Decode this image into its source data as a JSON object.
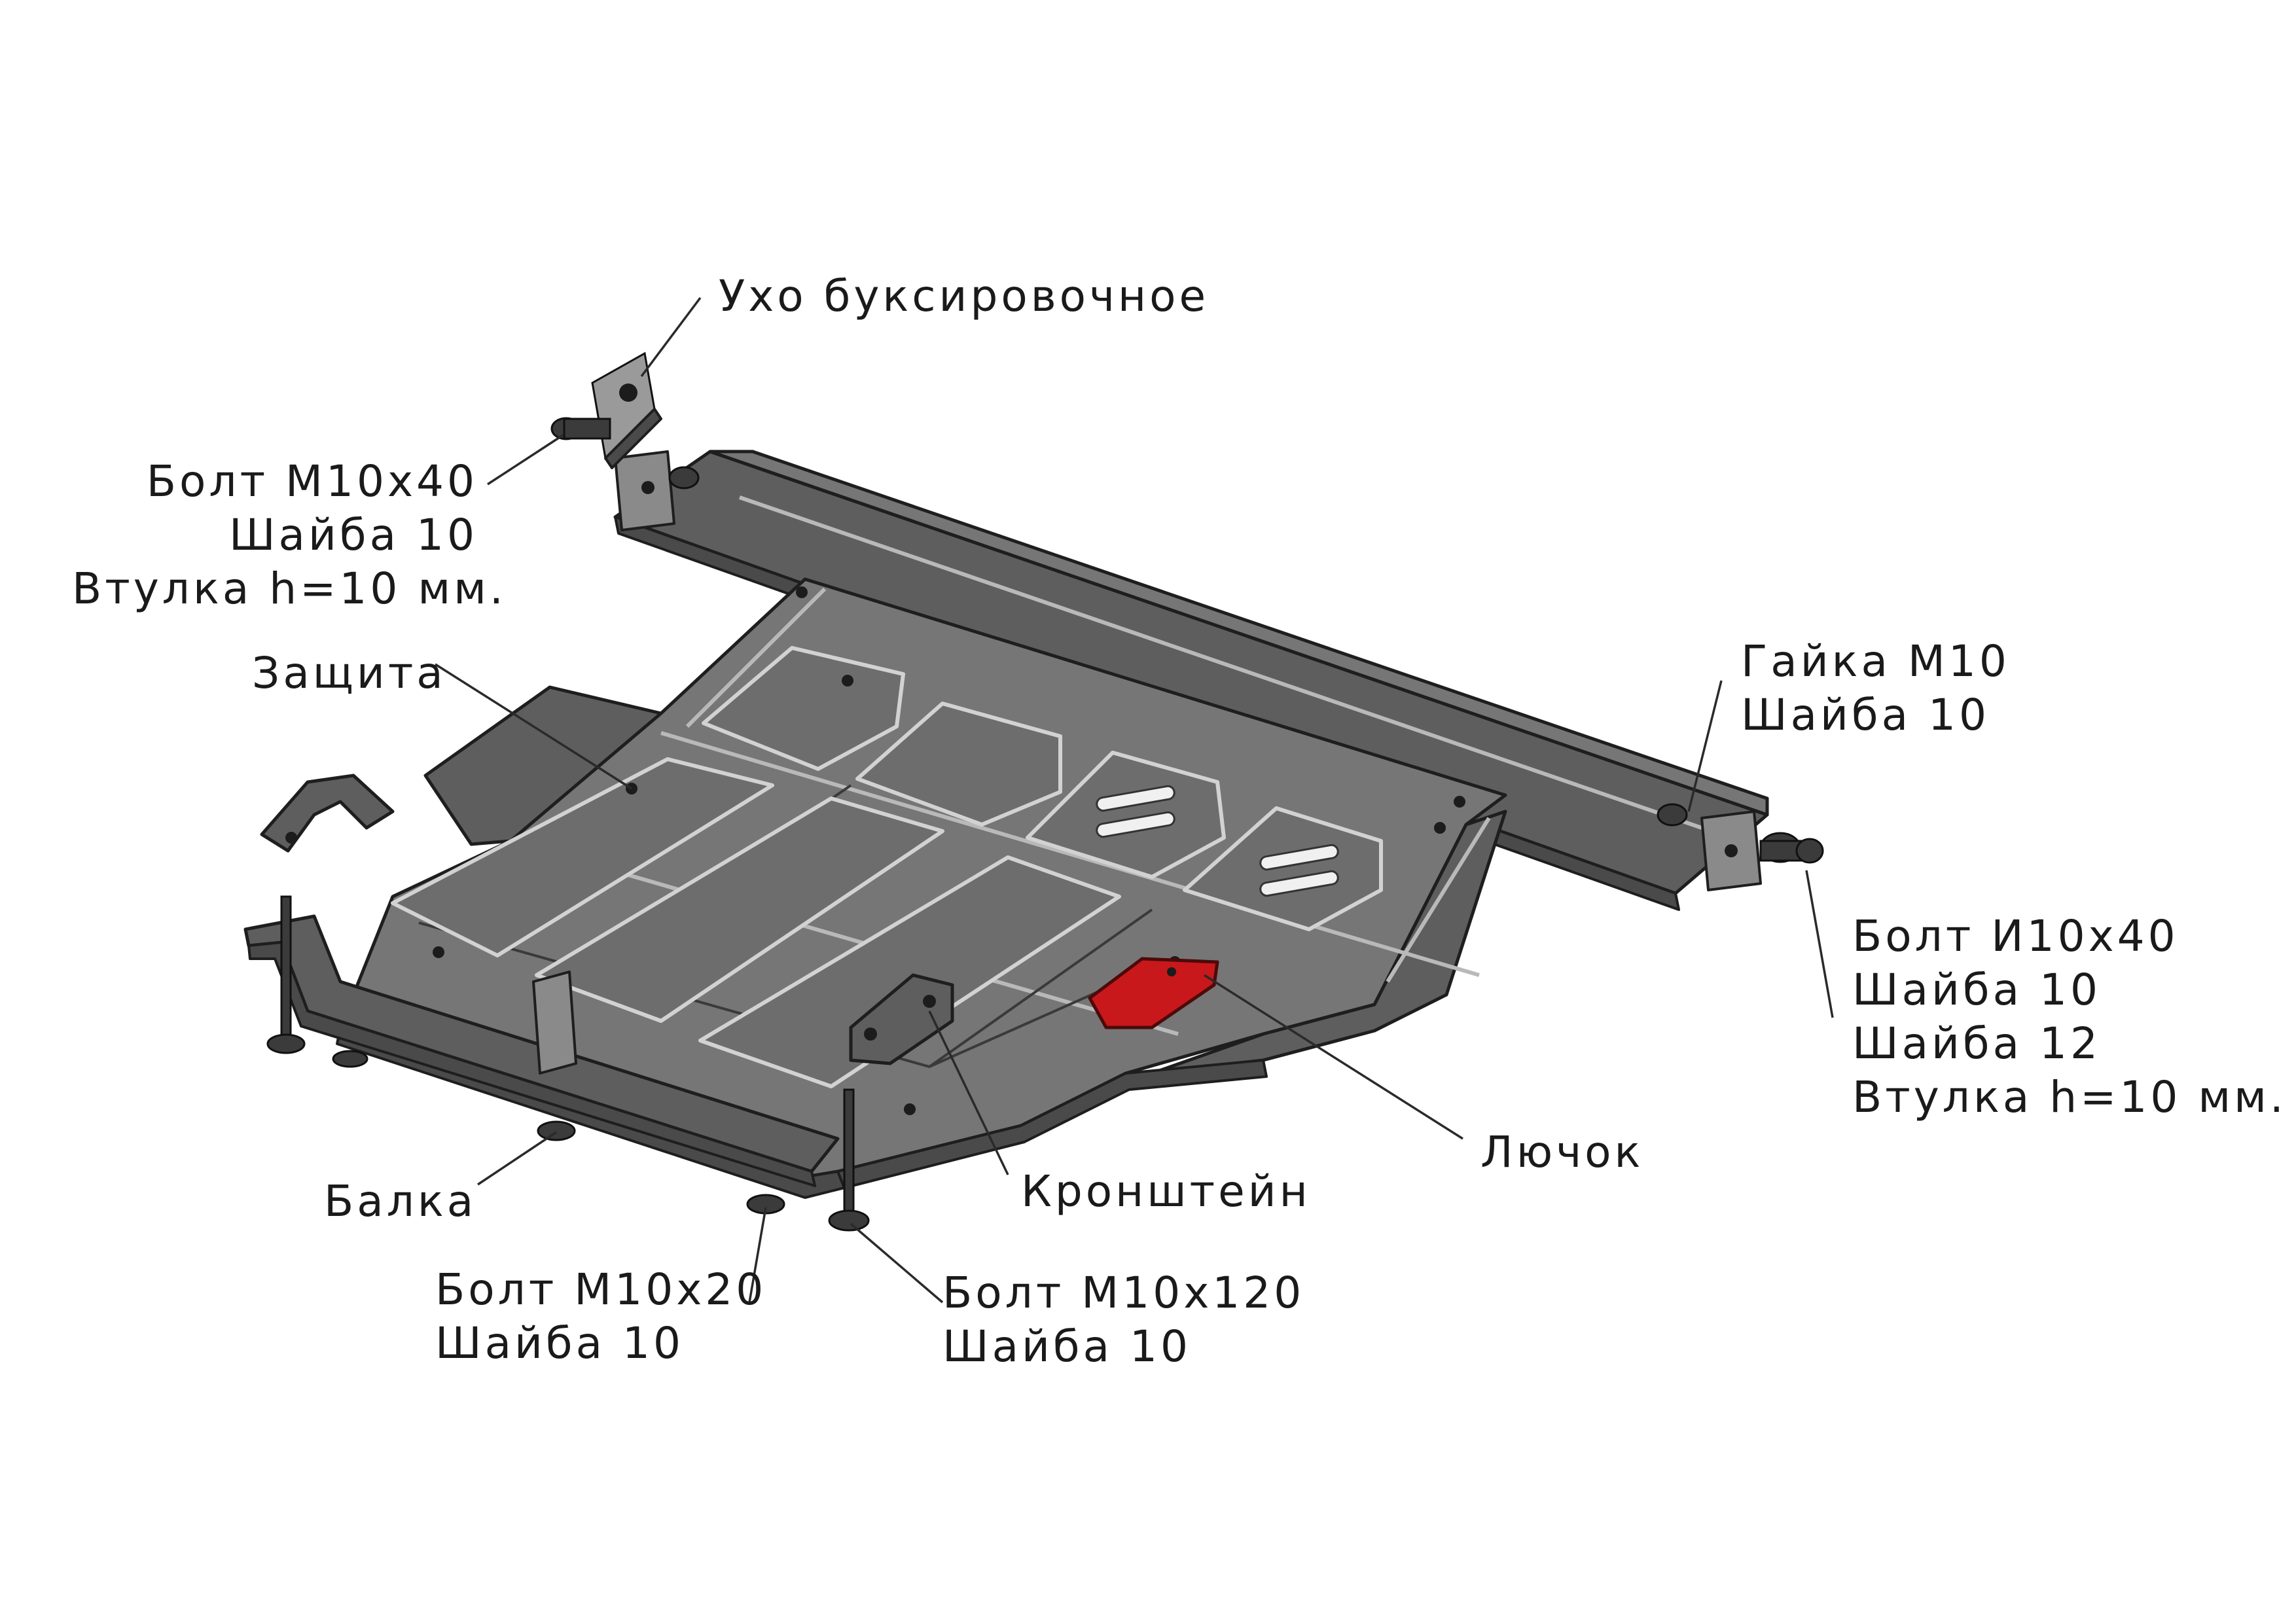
{
  "labels": {
    "tow_hook": "Ухо буксировочное",
    "bolt_left": {
      "line1": "Болт М10х40",
      "line2": "Шайба 10",
      "line3": "Втулка h=10 мм."
    },
    "protection": "Защита",
    "nut_right": {
      "line1": "Гайка М10",
      "line2": "Шайба 10"
    },
    "bolt_right": {
      "line1": "Болт И10х40",
      "line2": "Шайба 10",
      "line3": "Шайба 12",
      "line4": "Втулка h=10 мм."
    },
    "hatch": "Лючок",
    "bracket": "Кронштейн",
    "beam": "Балка",
    "bolt_m10x20": {
      "line1": "Болт М10х20",
      "line2": "Шайба 10"
    },
    "bolt_m10x120": {
      "line1": "Болт М10х120",
      "line2": "Шайба 10"
    }
  },
  "colors": {
    "metal": "#767676",
    "outline": "#1e1e1e",
    "hatch": "#c9181b",
    "text": "#1a1a1a"
  }
}
